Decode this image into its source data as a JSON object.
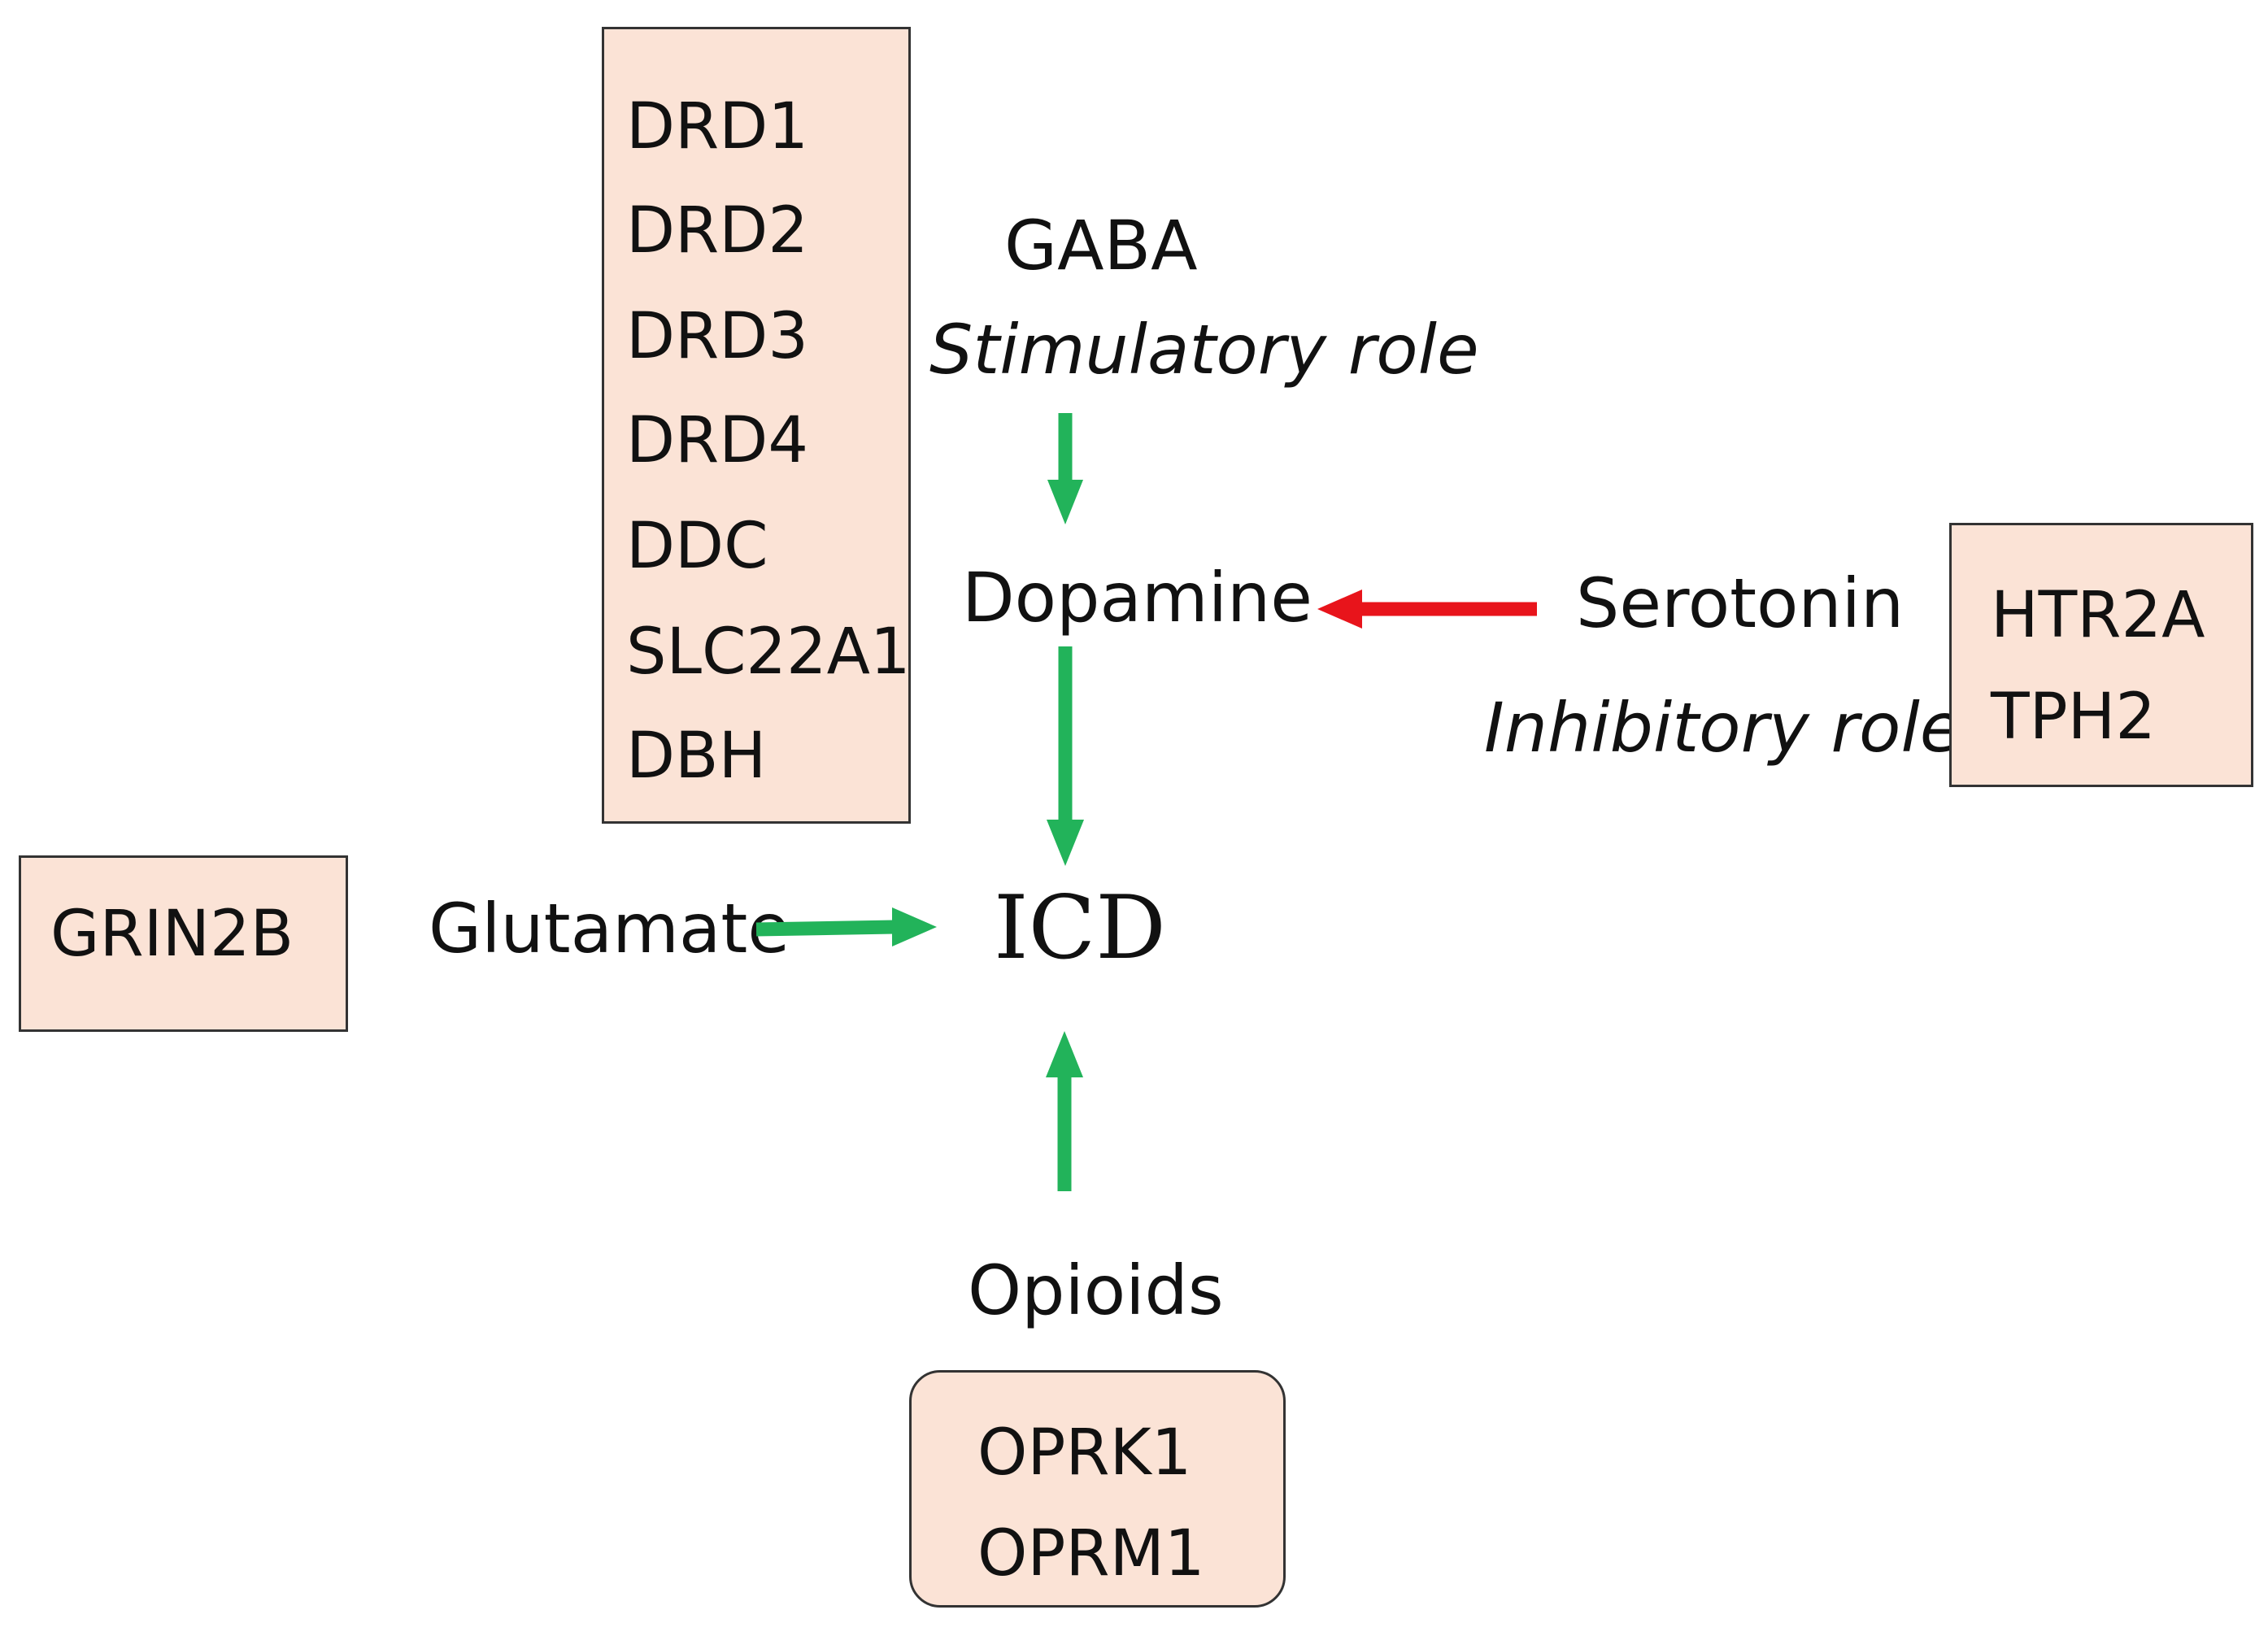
{
  "center": {
    "label": "ICD"
  },
  "dopamine": {
    "label": "Dopamine",
    "genes": [
      "DRD1",
      "DRD2",
      "DRD3",
      "DRD4",
      "DDC",
      "SLC22A1",
      "DBH"
    ]
  },
  "gaba": {
    "label": "GABA",
    "role": "Stimulatory role"
  },
  "serotonin": {
    "label": "Serotonin",
    "role": "Inhibitory role",
    "genes": [
      "HTR2A",
      "TPH2"
    ]
  },
  "glutamate": {
    "label": "Glutamate",
    "genes": [
      "GRIN2B"
    ]
  },
  "opioids": {
    "label": "Opioids",
    "genes": [
      "OPRK1",
      "OPRM1"
    ]
  },
  "colors": {
    "box_fill": "#fbe3d6",
    "stimulatory_arrow": "#22b35a",
    "inhibitory_arrow": "#e8141b"
  },
  "edges": [
    {
      "from": "GABA",
      "to": "Dopamine",
      "effect": "stimulatory"
    },
    {
      "from": "Serotonin",
      "to": "Dopamine",
      "effect": "inhibitory"
    },
    {
      "from": "Dopamine",
      "to": "ICD",
      "effect": "stimulatory"
    },
    {
      "from": "Glutamate",
      "to": "ICD",
      "effect": "stimulatory"
    },
    {
      "from": "Opioids",
      "to": "ICD",
      "effect": "stimulatory"
    }
  ]
}
